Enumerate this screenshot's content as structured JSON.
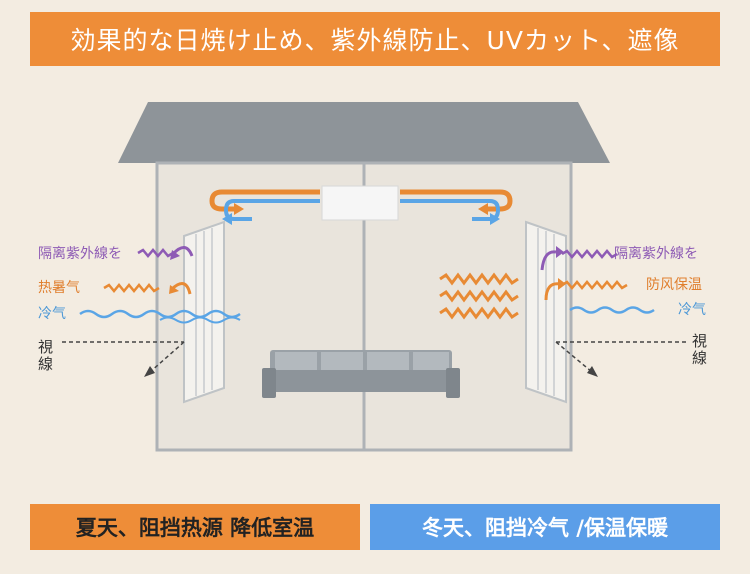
{
  "banner": {
    "text": "効果的な日焼け止め、紫外線防止、UVカット、遮像"
  },
  "left_labels": {
    "uv": "隔离紫外線を",
    "heat": "热暑气",
    "cold": "冷气",
    "view": "視線"
  },
  "right_labels": {
    "uv": "隔离紫外線を",
    "wind": "防风保温",
    "cold": "冷气",
    "view": "視線"
  },
  "footer": {
    "summer": "夏天、阻挡热源 降低室温",
    "winter": "冬天、阻挡冷气 /保温保暖"
  },
  "colors": {
    "banner_bg": "#ee8d38",
    "winter_bg": "#5b9ee8",
    "uv": "#8e5bb5",
    "heat": "#e07f2e",
    "cold": "#4b97d6"
  }
}
